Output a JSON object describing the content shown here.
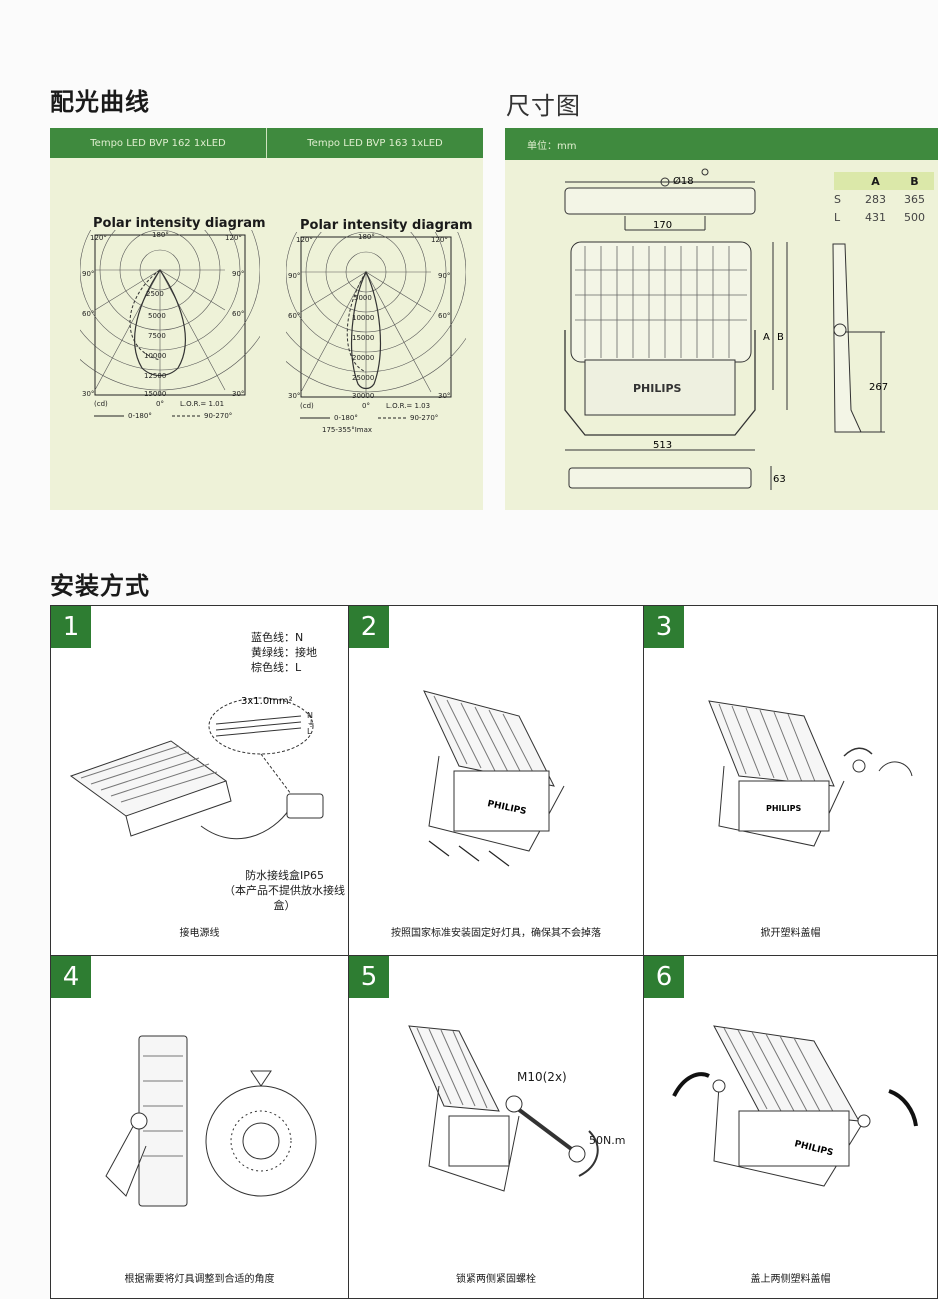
{
  "sections": {
    "light_distribution_title": "配光曲线",
    "dimension_title": "尺寸图",
    "installation_title": "安装方式"
  },
  "light_distribution": {
    "tab_left": "Tempo LED BVP 162 1xLED",
    "tab_right": "Tempo LED BVP 163 1xLED",
    "diagrams": [
      {
        "title": "Polar intensity diagram",
        "ring_labels": [
          "2500",
          "5000",
          "7500",
          "10000",
          "12500",
          "15000"
        ],
        "unit": "(cd)",
        "lor": "L.O.R.= 1.01",
        "legend_left": "0-180°",
        "legend_right": "90-270°"
      },
      {
        "title": "Polar intensity diagram",
        "ring_labels": [
          "5000",
          "10000",
          "15000",
          "20000",
          "25000",
          "30000"
        ],
        "unit": "(cd)",
        "lor": "L.O.R.= 1.03",
        "legend_left": "0-180°",
        "legend_right": "90-270°",
        "legend_extra": "175-355°Imax"
      }
    ],
    "angles": {
      "top": "180°",
      "tl": "120°",
      "tr": "120°",
      "l90": "90°",
      "r90": "90°",
      "l60": "60°",
      "r60": "60°",
      "l30": "30°",
      "r30": "30°",
      "bottom": "0°"
    }
  },
  "dimensions": {
    "unit_label": "单位：mm",
    "table": {
      "headers": [
        "",
        "A",
        "B"
      ],
      "rows": [
        [
          "S",
          "283",
          "365"
        ],
        [
          "L",
          "431",
          "500"
        ]
      ]
    },
    "labels": {
      "hole": "Ø18",
      "spacing": "170",
      "width": "513",
      "depth": "63",
      "side_height": "267",
      "A": "A",
      "B": "B",
      "brand": "PHILIPS"
    }
  },
  "steps": [
    {
      "number": "1",
      "caption": "接电源线",
      "wire_notes": [
        "蓝色线：N",
        "黄绿线：接地",
        "棕色线：L"
      ],
      "cable": "3x1.0mm²",
      "box_note": "防水接线盒IP65",
      "box_note2": "（本产品不提供放水接线盒）",
      "terminals": [
        "N",
        "⏚",
        "L"
      ]
    },
    {
      "number": "2",
      "caption": "按照国家标准安装固定好灯具，确保其不会掉落",
      "brand": "PHILIPS"
    },
    {
      "number": "3",
      "caption": "掀开塑料盖帽",
      "brand": "PHILIPS"
    },
    {
      "number": "4",
      "caption": "根据需要将灯具调整到合适的角度"
    },
    {
      "number": "5",
      "caption": "锁紧两侧紧固螺栓",
      "bolt": "M10(2x)",
      "torque": "50N.m"
    },
    {
      "number": "6",
      "caption": "盖上两侧塑料盖帽",
      "brand": "PHILIPS"
    }
  ]
}
